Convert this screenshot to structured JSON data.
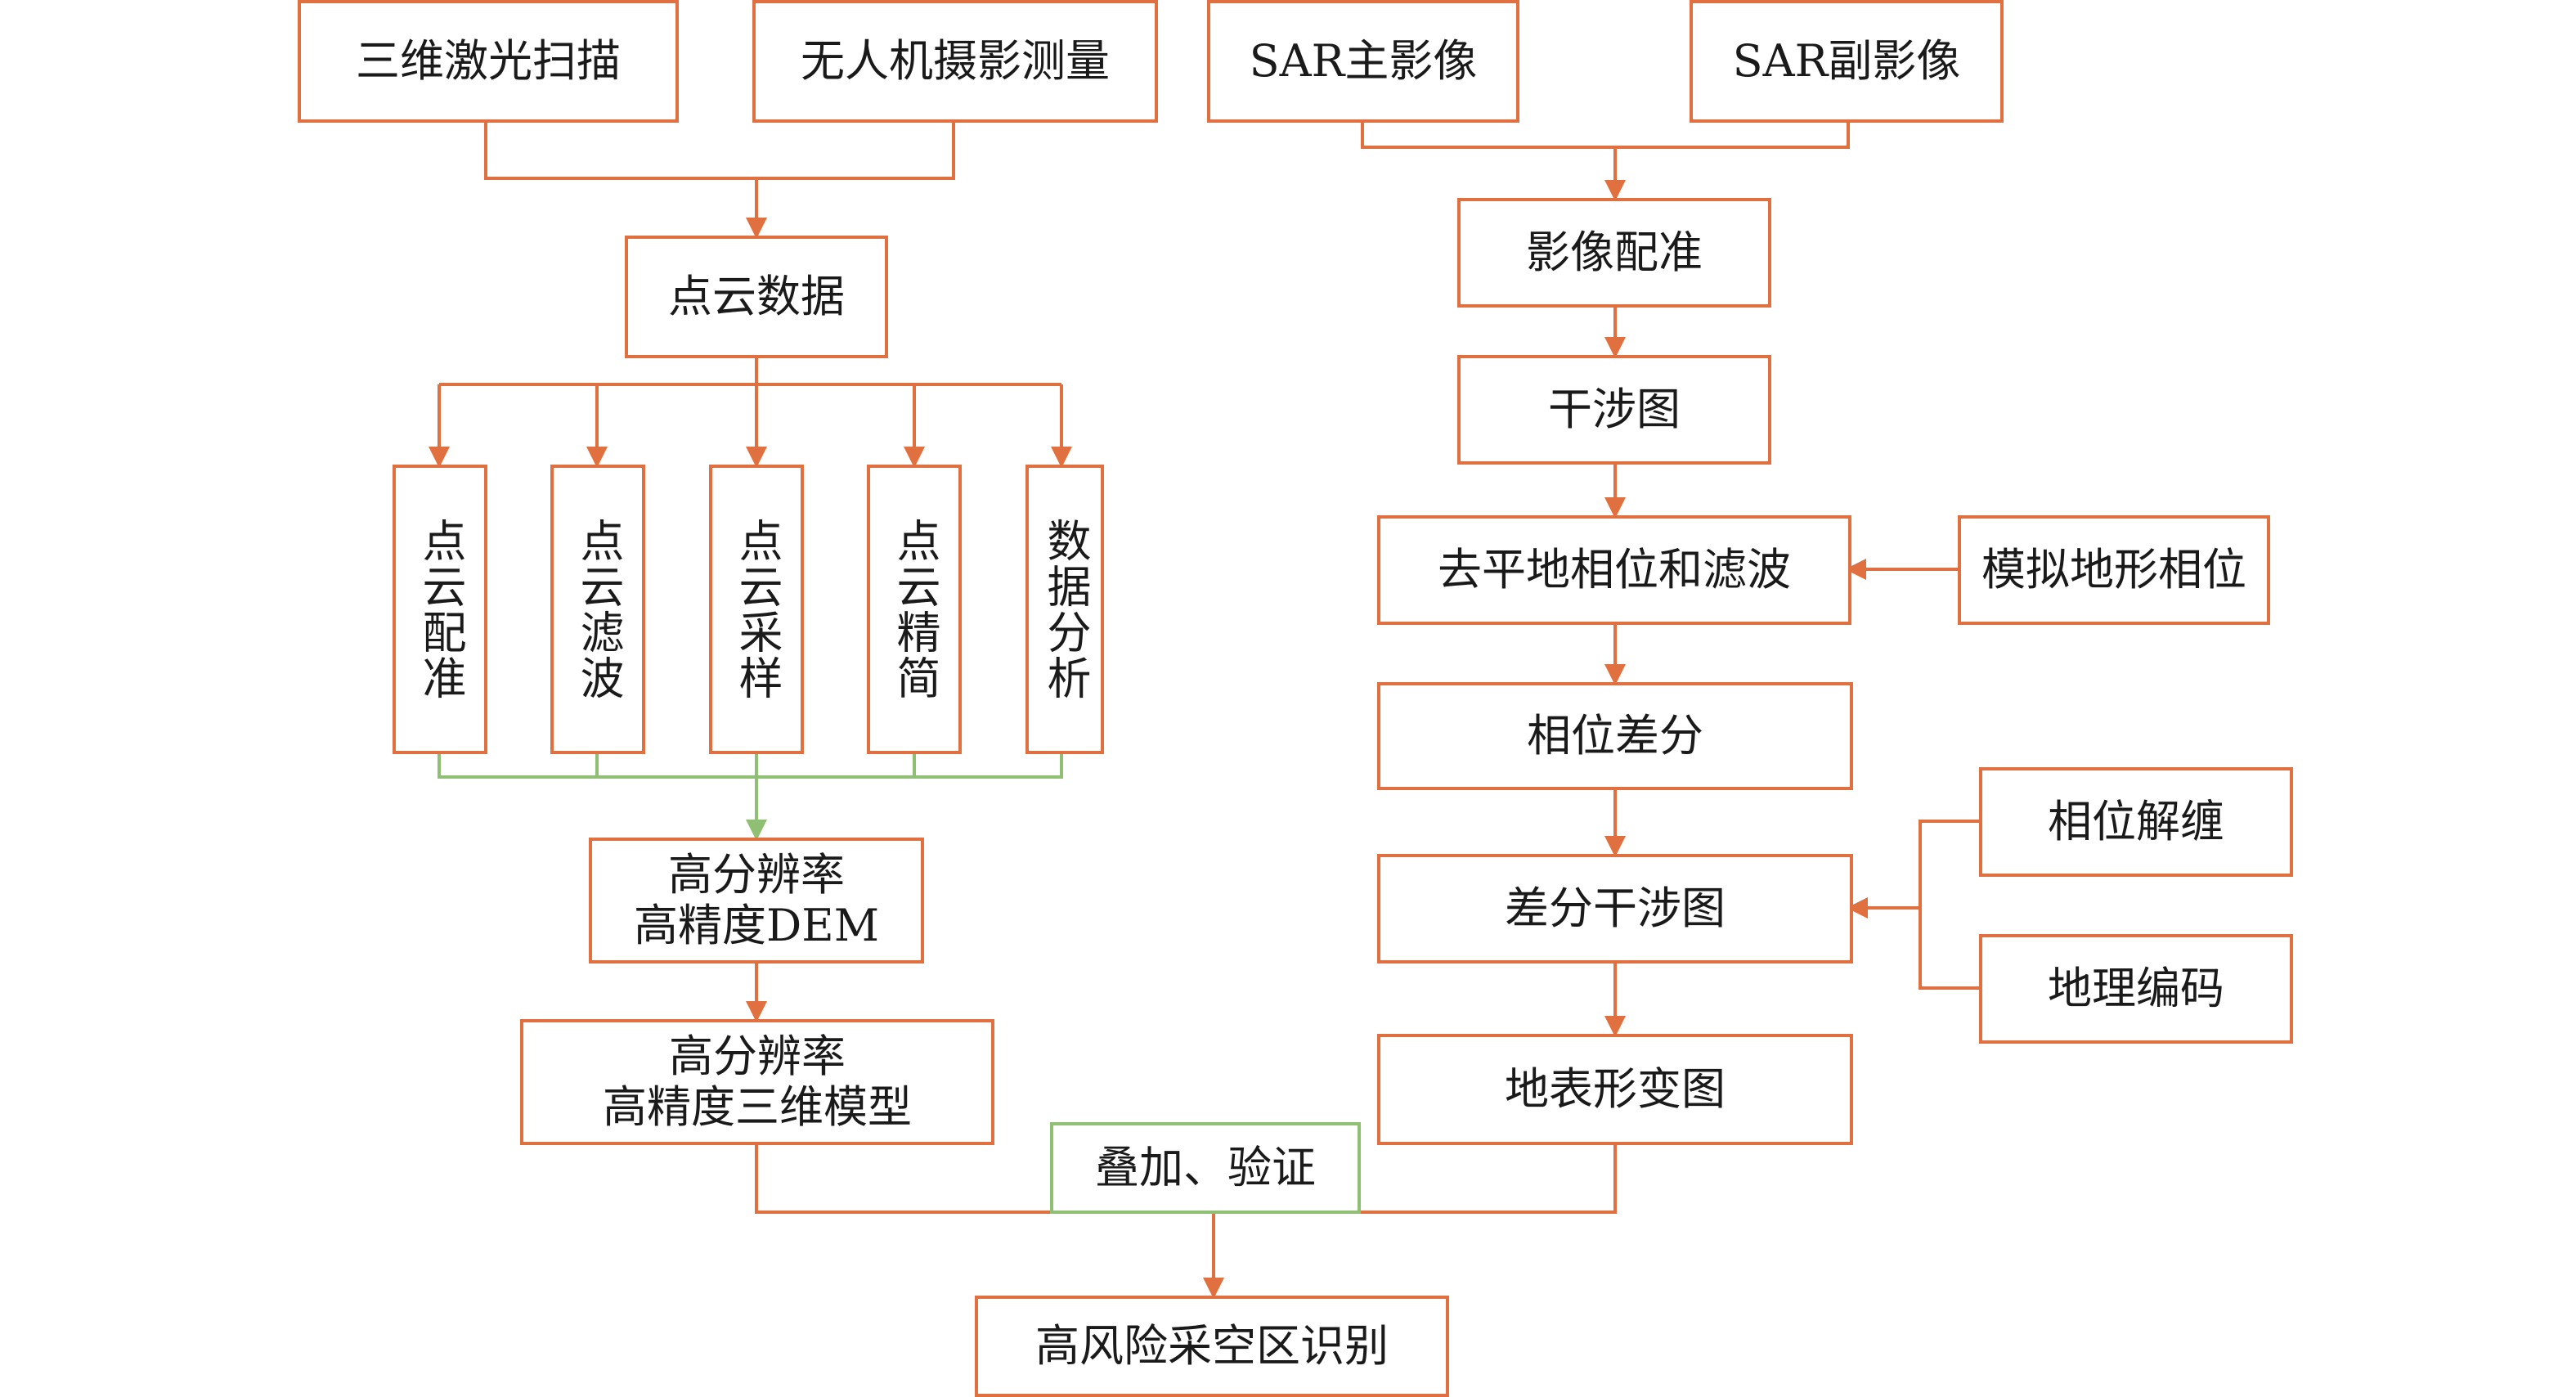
{
  "nodes": {
    "laser_scan": "三维激光扫描",
    "uav_photo": "无人机摄影测量",
    "sar_master": "SAR主影像",
    "sar_slave": "SAR副影像",
    "point_cloud": "点云数据",
    "image_registration": "影像配准",
    "pc_registration": "点云配准",
    "pc_filtering": "点云滤波",
    "pc_sampling": "点云采样",
    "pc_simplification": "点云精简",
    "data_analysis": "数据分析",
    "interferogram": "干涉图",
    "flat_earth_removal": "去平地相位和滤波",
    "simulated_terrain_phase": "模拟地形相位",
    "phase_difference": "相位差分",
    "phase_unwrapping": "相位解缠",
    "differential_interferogram": "差分干涉图",
    "geocoding": "地理编码",
    "hr_dem": "高分辨率\n高精度DEM",
    "hr_3d_model": "高分辨率\n高精度三维模型",
    "deformation_map": "地表形变图",
    "overlay_verify": "叠加、验证",
    "goaf_identification": "高风险采空区识别"
  },
  "colors": {
    "orange": "#e0703f",
    "green": "#8fbf72"
  }
}
